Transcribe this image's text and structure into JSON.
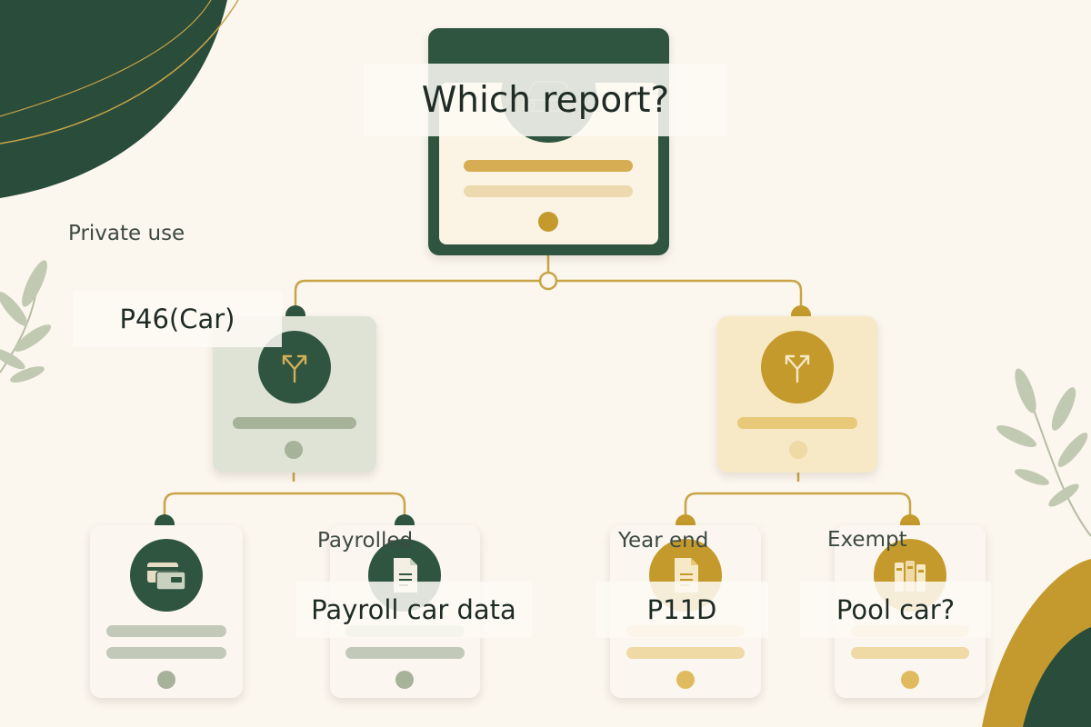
{
  "diagram": {
    "root": {
      "label": "Which report?",
      "icon": "car-icon"
    },
    "branches": [
      {
        "label": "P46(Car)",
        "edge_label": "Private use",
        "icon": "fork-arrow-icon",
        "accent": "#2f5540",
        "children": [
          {
            "label": "",
            "icon": "credit-card-icon"
          },
          {
            "label": "Payroll car data",
            "edge_label": "Payrolled",
            "icon": "document-icon"
          }
        ]
      },
      {
        "label": "",
        "icon": "fork-arrow-icon",
        "accent": "#c39a2b",
        "children": [
          {
            "label": "P11D",
            "edge_label": "Year end",
            "icon": "document-icon"
          },
          {
            "label": "Pool car?",
            "edge_label": "Exempt",
            "icon": "binders-icon"
          }
        ]
      }
    ]
  },
  "colors": {
    "forest_green": "#2f5540",
    "gold": "#c39a2b",
    "connector_gold": "#c9a447",
    "background": "#fbf6ee"
  }
}
